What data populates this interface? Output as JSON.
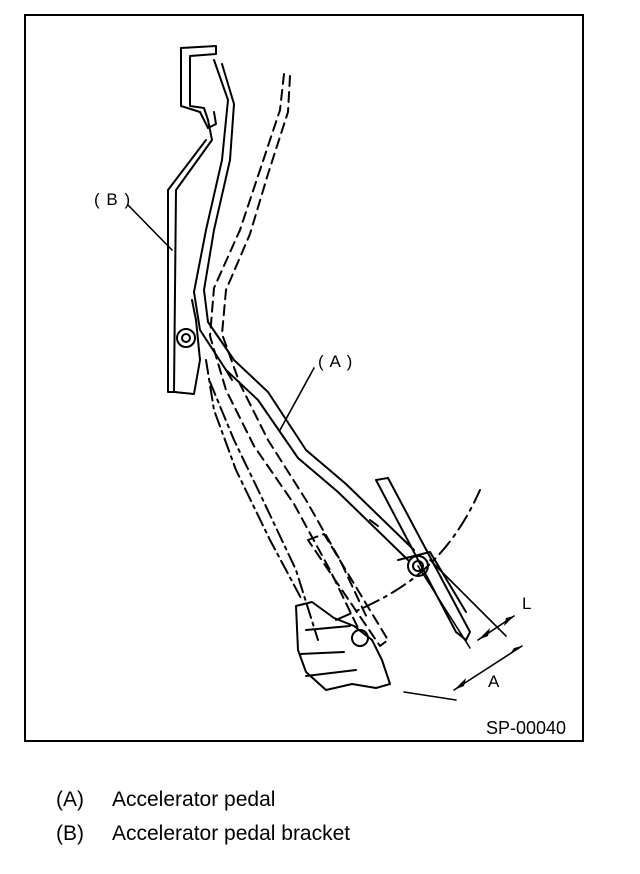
{
  "figure": {
    "code": "SP-00040",
    "callouts": {
      "a": "( A )",
      "b": "( B )",
      "dimension_a": "A",
      "dimension_l": "L"
    }
  },
  "legend": [
    {
      "key": "(A)",
      "text": "Accelerator pedal"
    },
    {
      "key": "(B)",
      "text": "Accelerator pedal bracket"
    }
  ]
}
